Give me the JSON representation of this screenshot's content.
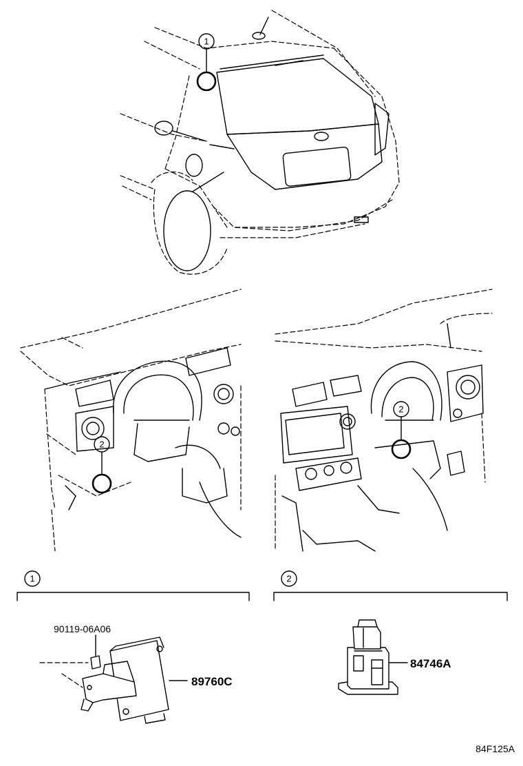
{
  "callouts": {
    "one": "1",
    "two": "2"
  },
  "sections": {
    "one_label": "1",
    "two_label": "2"
  },
  "parts": {
    "bolt": "90119-06A06",
    "module": "89760C",
    "switch": "84746A"
  },
  "diagram_code": "84F125A"
}
